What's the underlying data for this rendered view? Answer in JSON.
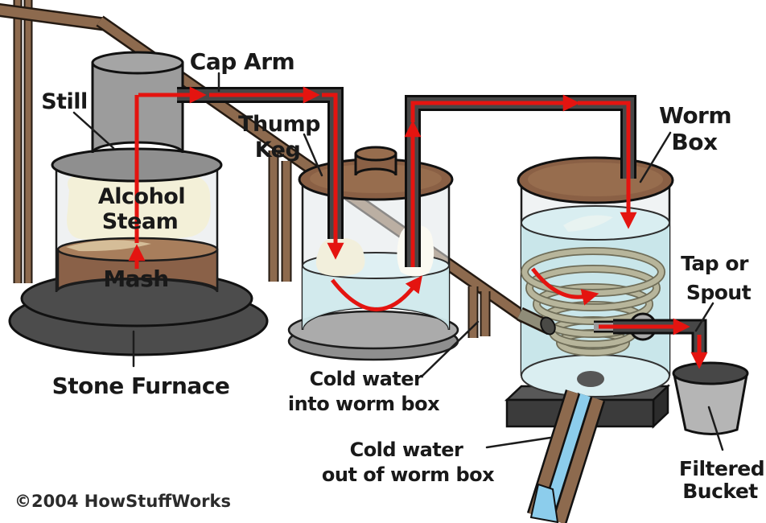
{
  "title": "Moonshine still process diagram",
  "source": "HowStuffWorks illustration",
  "labels": {
    "still": "Still",
    "cap_arm": "Cap Arm",
    "thump_keg": [
      "Thump",
      "Keg"
    ],
    "worm_box": [
      "Worm",
      "Box"
    ],
    "alcohol_steam": [
      "Alcohol",
      "Steam"
    ],
    "mash": "Mash",
    "stone_furnace": "Stone Furnace",
    "cold_water_in": [
      "Cold water",
      "into worm box"
    ],
    "cold_water_out": [
      "Cold water",
      "out of worm box"
    ],
    "tap_or_spout": [
      "Tap or",
      "Spout"
    ],
    "filtered_bucket": [
      "Filtered",
      "Bucket"
    ],
    "copyright": "©2004 HowStuffWorks"
  },
  "colors": {
    "flow_arrow_red": "#e41410",
    "wood_brown": "#8d6a4e",
    "lid_brown": "#8a6045",
    "mash_brown": "#8a6148",
    "water_blue": "#cfe9ed",
    "trough_water_blue": "#8ccdec",
    "glass_gray": "#e4e8e9",
    "steam_cream": "#f3f0d8",
    "stone_gray": "#4c4c4c",
    "pipe_gray": "#474747",
    "coil_tan": "#b7b59b",
    "bucket_gray": "#b5b5b5",
    "still_cap_gray": "#9c9c9c"
  }
}
